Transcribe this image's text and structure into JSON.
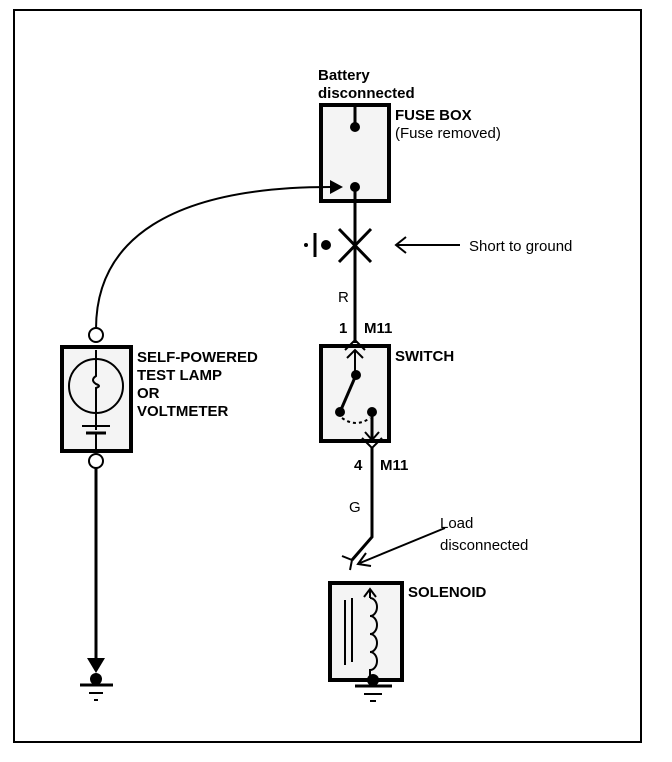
{
  "diagram": {
    "battery_label": [
      "Battery",
      "disconnected"
    ],
    "fuse_box": {
      "title": "FUSE BOX",
      "note": "(Fuse removed)"
    },
    "short_label": "Short to ground",
    "wire_top_color": "R",
    "connector_top": {
      "pin": "1",
      "name": "M11"
    },
    "switch_label": "SWITCH",
    "connector_bottom": {
      "pin": "4",
      "name": "M11"
    },
    "wire_bottom_color": "G",
    "load_label": [
      "Load",
      "disconnected"
    ],
    "solenoid_label": "SOLENOID",
    "tester_label": [
      "SELF-POWERED",
      "TEST LAMP",
      "OR",
      "VOLTMETER"
    ]
  }
}
